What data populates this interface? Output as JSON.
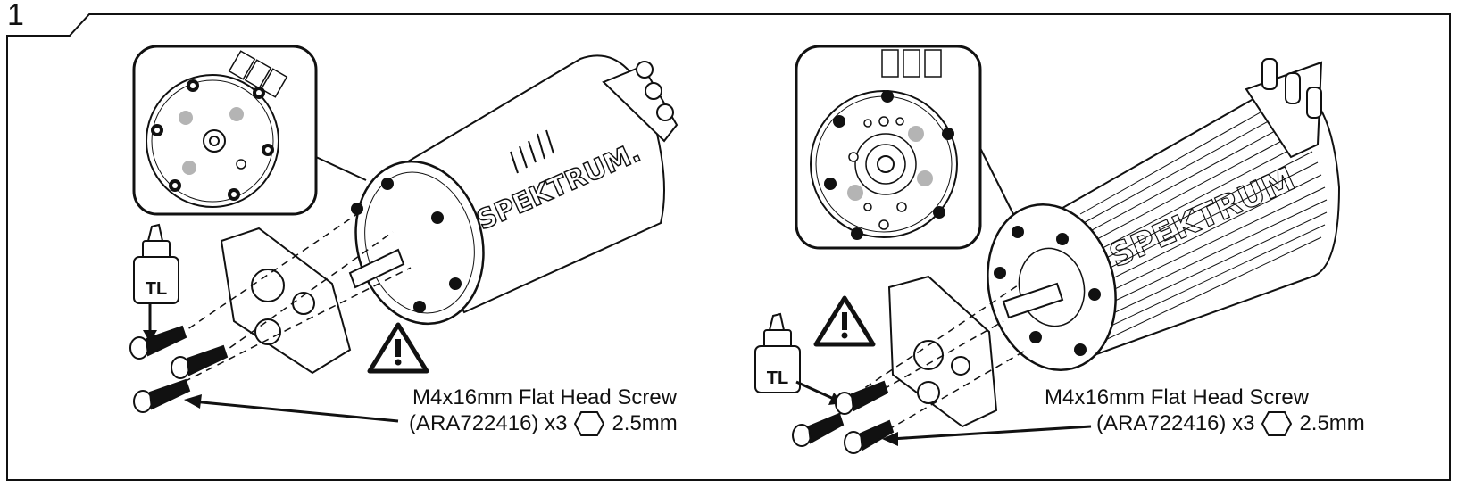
{
  "step": {
    "number": "1"
  },
  "left_panel": {
    "motor_logo": "SPEKTRUM.",
    "threadlock_label": "TL",
    "screw_callout": {
      "line1": "M4x16mm Flat Head Screw",
      "line2": "(ARA722416) x3",
      "tool": "2.5mm"
    }
  },
  "right_panel": {
    "motor_logo": "SPEKTRUM",
    "threadlock_label": "TL",
    "screw_callout": {
      "line1": "M4x16mm Flat Head Screw",
      "line2": "(ARA722416) x3",
      "tool": "2.5mm"
    }
  },
  "icons": [
    "warning-triangle-icon",
    "hex-key-icon",
    "threadlock-bottle-icon",
    "screw-icon"
  ],
  "colors": {
    "line": "#111111",
    "grey_dot": "#b4b4b4",
    "background": "#ffffff"
  }
}
